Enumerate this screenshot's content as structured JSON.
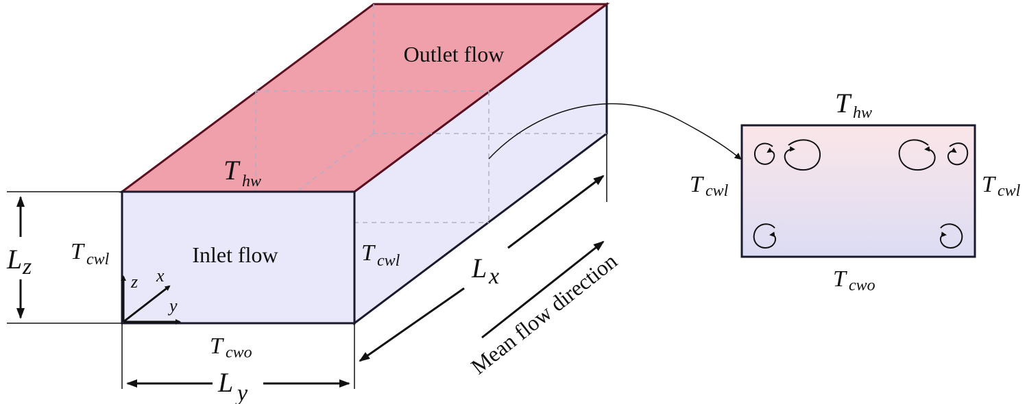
{
  "labels": {
    "outlet_flow": "Outlet flow",
    "inlet_flow": "Inlet flow",
    "mean_flow_direction": "Mean flow direction",
    "T": "T",
    "L": "L",
    "sub_hw": "hw",
    "sub_cwl": "cwl",
    "sub_cwo": "cwo",
    "sub_x": "x",
    "sub_y": "y",
    "sub_z": "z",
    "axis_x": "x",
    "axis_y": "y",
    "axis_z": "z"
  },
  "colors": {
    "top_face": "#f0a0aa",
    "side_face": "#e8e8fa",
    "edge": "#1a1a2e",
    "top_edge": "#5a1020",
    "dashed": "#b0b0c8",
    "cross_top": "#fbe6e8",
    "cross_bottom": "#dcdcf4"
  }
}
